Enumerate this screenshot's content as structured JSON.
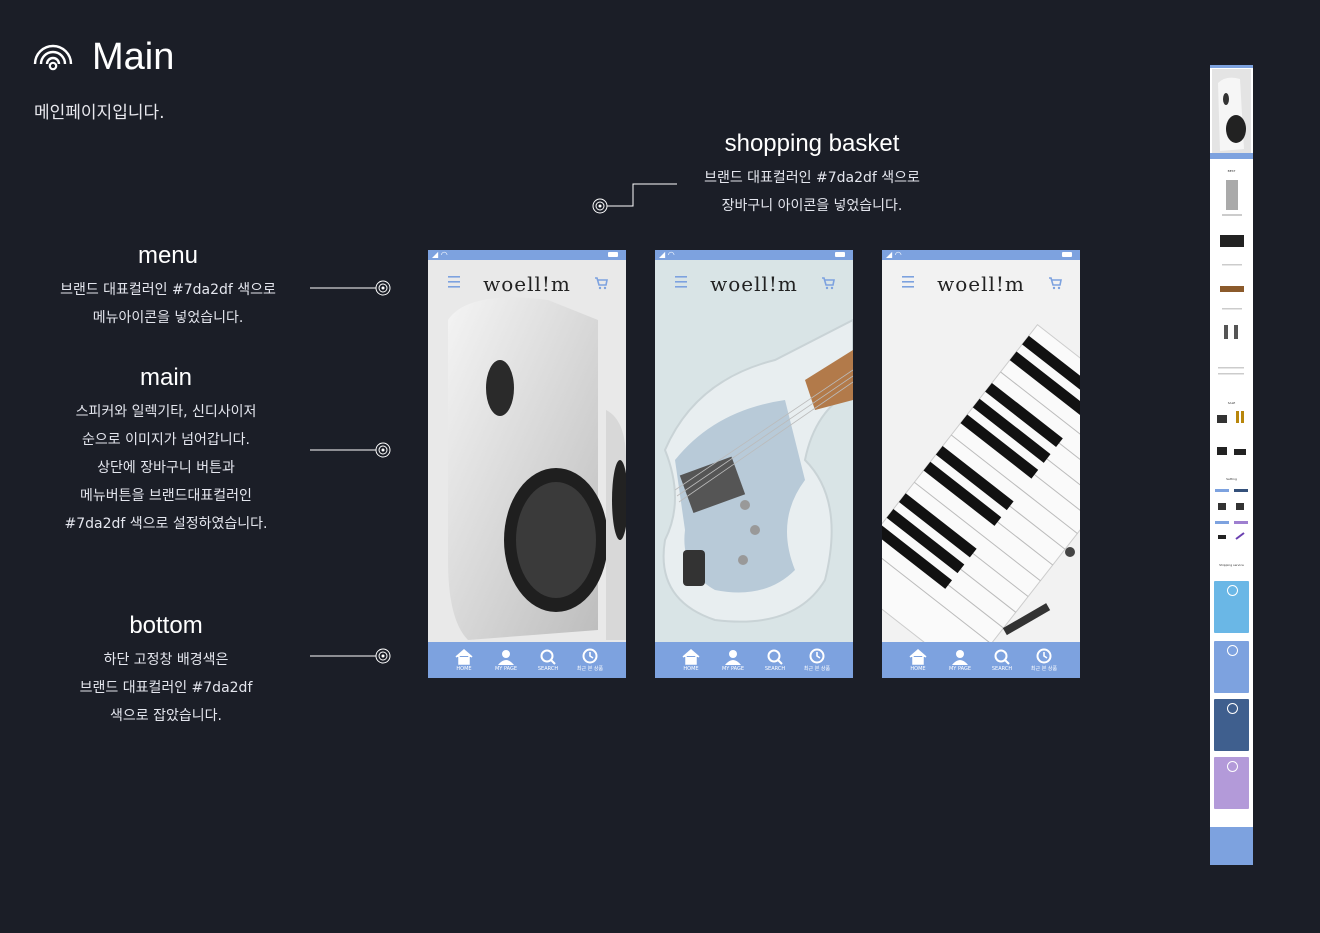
{
  "page": {
    "title": "Main",
    "subtitle": "메인페이지입니다."
  },
  "annotations": {
    "menu": {
      "title": "menu",
      "desc": "브랜드 대표컬러인 #7da2df 색으로\n메뉴아이콘을 넣었습니다."
    },
    "main": {
      "title": "main",
      "desc": "스피커와 일렉기타, 신디사이저\n순으로 이미지가 넘어갑니다.\n상단에 장바구니 버튼과\n메뉴버튼을 브랜드대표컬러인\n#7da2df 색으로 설정하였습니다."
    },
    "bottom": {
      "title": "bottom",
      "desc": "하단 고정창 배경색은\n브랜드 대표컬러인 #7da2df\n색으로 잡았습니다."
    },
    "basket": {
      "title": "shopping basket",
      "desc": "브랜드 대표컬러인 #7da2df 색으로\n장바구니 아이콘을 넣었습니다."
    }
  },
  "app": {
    "logo": "woell!m",
    "nav": {
      "home": "HOME",
      "mypage": "MY PAGE",
      "search": "SEARCH",
      "recent": "최근 본 상품"
    },
    "slides": [
      "speaker",
      "electric-guitar",
      "synthesizer"
    ]
  },
  "preview": {
    "best": "BEST",
    "sale": "SALE",
    "setting": "Setting",
    "shipping": "Shipping service"
  },
  "colors": {
    "brand": "#7da2df",
    "background": "#1b1e27"
  },
  "icons": [
    "signal-icon",
    "menu-icon",
    "cart-icon",
    "home-icon",
    "user-icon",
    "search-icon",
    "clock-icon",
    "target-icon"
  ]
}
